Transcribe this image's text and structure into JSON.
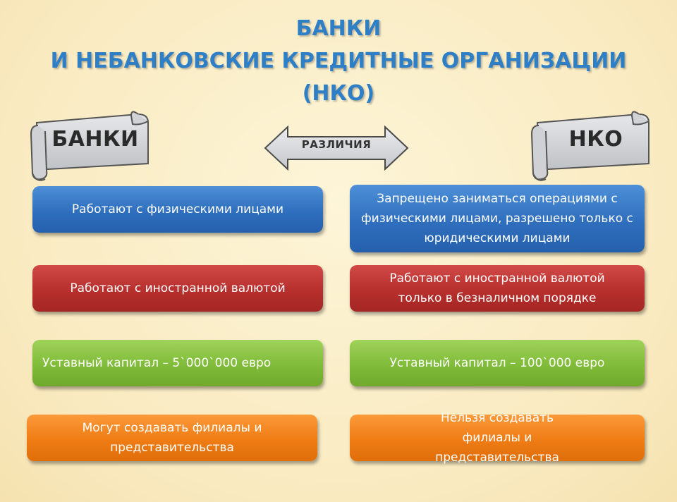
{
  "title": {
    "line1": "БАНКИ",
    "line2": "И НЕБАНКОВСКИЕ КРЕДИТНЫЕ ОРГАНИЗАЦИИ",
    "line3": "(НКО)"
  },
  "left_header": "БАНКИ",
  "right_header": "НКО",
  "differences_label": "РАЗЛИЧИЯ",
  "banks": [
    "Работают с физическими лицами",
    "Работают с иностранной валютой",
    "Уставный капитал – 5`000`000 евро",
    "Могут создавать филиалы и представительства"
  ],
  "nko": [
    "Запрещено заниматься операциями с физическими лицами,  разрешено только с юридическими лицами",
    "Работают с иностранной валютой только в безналичном порядке",
    "Уставный капитал – 100`000 евро",
    "Нельзя создавать филиалы и представительства"
  ],
  "colors": {
    "title": "#2f7fc7",
    "row1": "#2f6fbd",
    "row2": "#b7302d",
    "row3": "#80bb39",
    "row4": "#ef7c14",
    "scroll": "#d4d6d9"
  }
}
